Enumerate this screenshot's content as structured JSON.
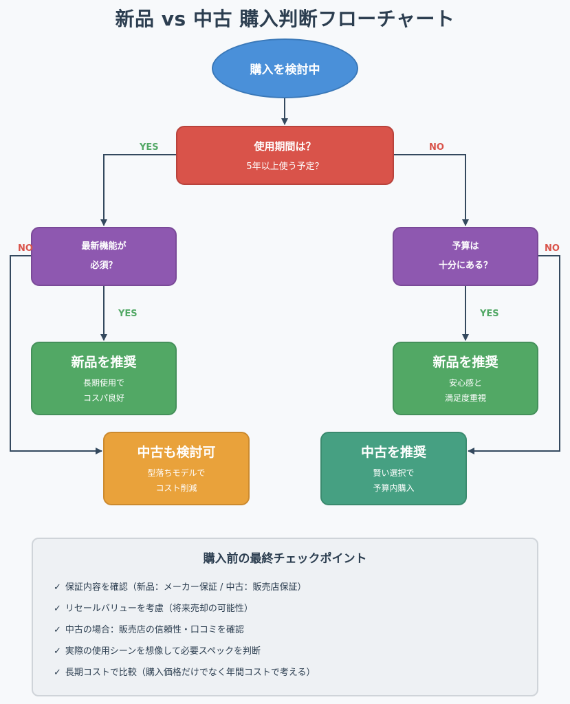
{
  "title": "新品 vs 中古 購入判断フローチャート",
  "colors": {
    "start": "#4a90d9",
    "question_main": "#d9534a",
    "question_sub": "#8e58b0",
    "recommend_new": "#52a865",
    "consider_used": "#e9a23b",
    "recommend_used": "#46a082",
    "yes_label": "#52a865",
    "no_label": "#d9534a",
    "arrow": "#34495e"
  },
  "nodes": {
    "start": {
      "label": "購入を検討中"
    },
    "usage_period": {
      "title": "使用期間は？",
      "subtitle": "5年以上使う予定？"
    },
    "latest_features": {
      "line1": "最新機能が",
      "line2": "必須？"
    },
    "budget": {
      "line1": "予算は",
      "line2": "十分にある？"
    },
    "recommend_new_left": {
      "title": "新品を推奨",
      "line1": "長期使用で",
      "line2": "コスパ良好"
    },
    "recommend_new_right": {
      "title": "新品を推奨",
      "line1": "安心感と",
      "line2": "満足度重視"
    },
    "consider_used": {
      "title": "中古も検討可",
      "line1": "型落ちモデルで",
      "line2": "コスト削減"
    },
    "recommend_used": {
      "title": "中古を推奨",
      "line1": "賢い選択で",
      "line2": "予算内購入"
    }
  },
  "edge_labels": {
    "usage_yes": "YES",
    "usage_no": "NO",
    "features_no": "NO",
    "features_yes": "YES",
    "budget_no": "NO",
    "budget_yes": "YES"
  },
  "checklist": {
    "title": "購入前の最終チェックポイント",
    "check_icon": "✓",
    "items": [
      "保証内容を確認（新品：メーカー保証 / 中古：販売店保証）",
      "リセールバリューを考慮（将来売却の可能性）",
      "中古の場合：販売店の信頼性・口コミを確認",
      "実際の使用シーンを想像して必要スペックを判断",
      "長期コストで比較（購入価格だけでなく年間コストで考える）"
    ]
  }
}
